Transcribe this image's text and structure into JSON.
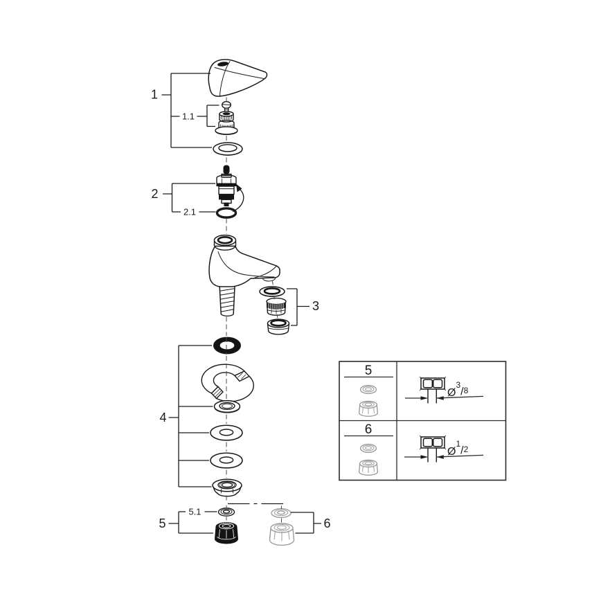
{
  "colors": {
    "line": "#1a1a1a",
    "muted_part": "#9b9b9b",
    "background": "#ffffff"
  },
  "diagram": {
    "type": "exploded-parts-diagram",
    "callouts": {
      "c1": "1",
      "c1_1": "1.1",
      "c2": "2",
      "c2_1": "2.1",
      "c3": "3",
      "c4": "4",
      "c5": "5",
      "c5_1": "5.1",
      "c6": "6"
    }
  },
  "legend": {
    "rows": [
      {
        "ref": "5",
        "diameter": "Ø3/8",
        "diameter_parts": [
          "Ø",
          "3",
          "/",
          "8"
        ]
      },
      {
        "ref": "6",
        "diameter": "Ø1/2",
        "diameter_parts": [
          "Ø",
          "1",
          "/",
          "2"
        ]
      }
    ]
  }
}
